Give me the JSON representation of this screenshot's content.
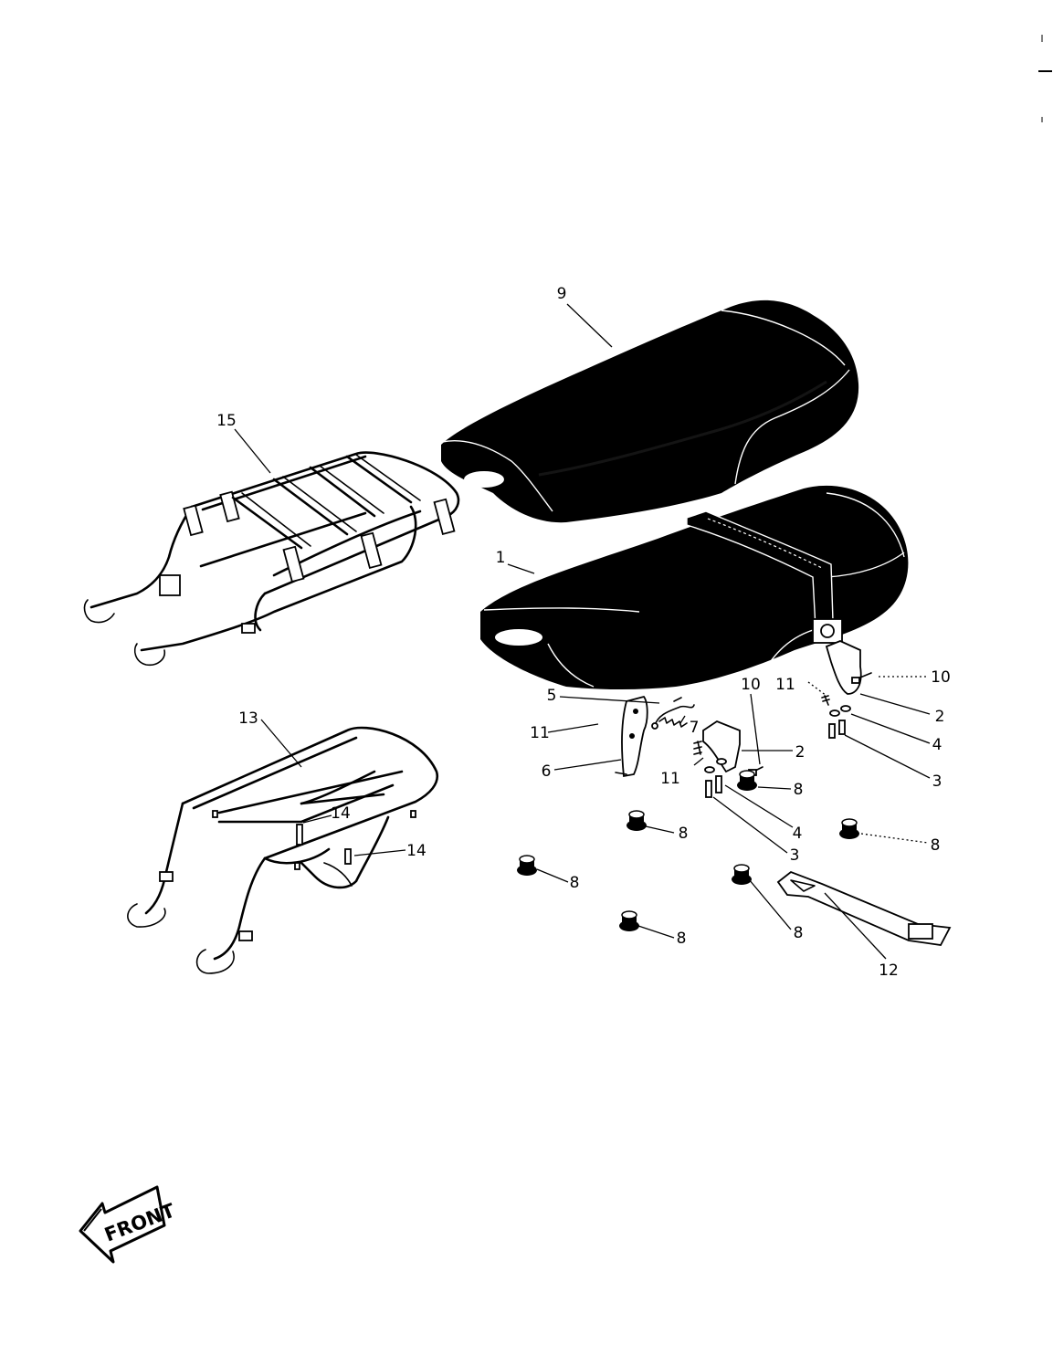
{
  "callouts": {
    "c1": "1",
    "c2a": "2",
    "c2b": "2",
    "c3a": "3",
    "c3b": "3",
    "c4a": "4",
    "c4b": "4",
    "c5": "5",
    "c6": "6",
    "c7": "7",
    "c8a": "8",
    "c8b": "8",
    "c8c": "8",
    "c8d": "8",
    "c8e": "8",
    "c8f": "8",
    "c9": "9",
    "c10a": "10",
    "c10b": "10",
    "c11a": "11",
    "c11b": "11",
    "c11c": "11",
    "c12": "12",
    "c13": "13",
    "c14a": "14",
    "c14b": "14",
    "c15": "15"
  },
  "front_label": "FRONT",
  "colors": {
    "ink": "#000000",
    "paper": "#ffffff"
  }
}
